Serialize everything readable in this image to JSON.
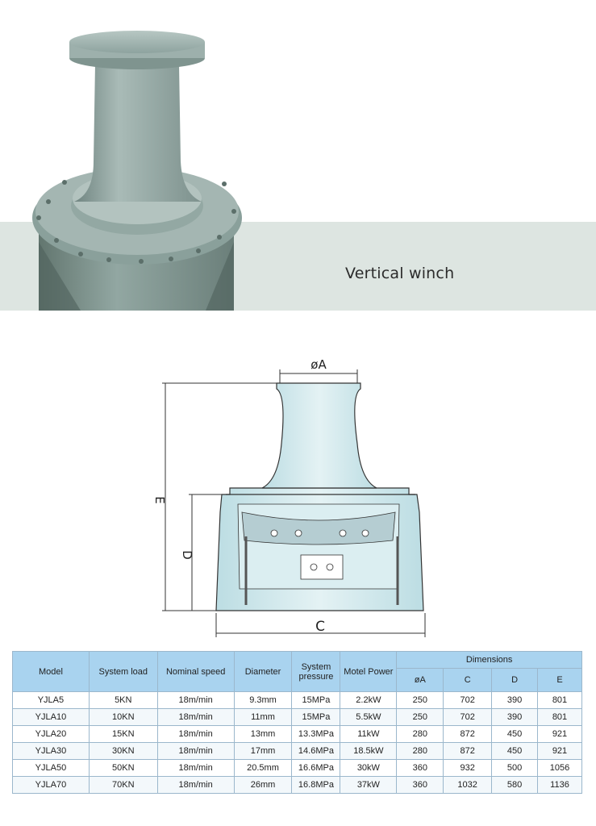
{
  "hero": {
    "title": "Vertical winch"
  },
  "drawing": {
    "label_a": "øA",
    "label_c": "C",
    "label_d": "D",
    "label_e": "E"
  },
  "table": {
    "headers": {
      "model": "Model",
      "system_load": "System load",
      "nominal_speed": "Nominal speed",
      "diameter": "Diameter",
      "system_pressure": "System pressure",
      "motel_power": "Motel Power",
      "dimensions": "Dimensions",
      "dim_a": "øA",
      "dim_c": "C",
      "dim_d": "D",
      "dim_e": "E"
    },
    "rows": [
      {
        "model": "YJLA5",
        "load": "5KN",
        "speed": "18m/min",
        "diameter": "9.3mm",
        "pressure": "15MPa",
        "power": "2.2kW",
        "a": "250",
        "c": "702",
        "d": "390",
        "e": "801"
      },
      {
        "model": "YJLA10",
        "load": "10KN",
        "speed": "18m/min",
        "diameter": "11mm",
        "pressure": "15MPa",
        "power": "5.5kW",
        "a": "250",
        "c": "702",
        "d": "390",
        "e": "801"
      },
      {
        "model": "YJLA20",
        "load": "15KN",
        "speed": "18m/min",
        "diameter": "13mm",
        "pressure": "13.3MPa",
        "power": "11kW",
        "a": "280",
        "c": "872",
        "d": "450",
        "e": "921"
      },
      {
        "model": "YJLA30",
        "load": "30KN",
        "speed": "18m/min",
        "diameter": "17mm",
        "pressure": "14.6MPa",
        "power": "18.5kW",
        "a": "280",
        "c": "872",
        "d": "450",
        "e": "921"
      },
      {
        "model": "YJLA50",
        "load": "50KN",
        "speed": "18m/min",
        "diameter": "20.5mm",
        "pressure": "16.6MPa",
        "power": "30kW",
        "a": "360",
        "c": "932",
        "d": "500",
        "e": "1056"
      },
      {
        "model": "YJLA70",
        "load": "70KN",
        "speed": "18m/min",
        "diameter": "26mm",
        "pressure": "16.8MPa",
        "power": "37kW",
        "a": "360",
        "c": "1032",
        "d": "580",
        "e": "1136"
      }
    ]
  },
  "colors": {
    "band": "#dde5e1",
    "winch_body": "#8fa4a0",
    "drawing_fill": "#cfe6ea",
    "table_header": "#a9d3ef"
  }
}
